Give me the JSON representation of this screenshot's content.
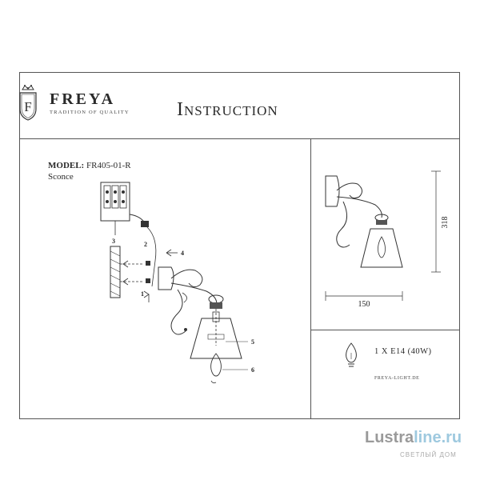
{
  "brand": {
    "name": "FREYA",
    "tagline": "TRADITION OF QUALITY",
    "monogram": "F"
  },
  "document": {
    "title": "Instruction"
  },
  "model": {
    "label": "MODEL:",
    "code": "FR405-01-R",
    "type": "Sconce"
  },
  "callouts": [
    "1",
    "2",
    "3",
    "4",
    "5",
    "6"
  ],
  "dimensions": {
    "width": "150",
    "height": "318"
  },
  "bulb": {
    "spec": "1 X E14 (40W)"
  },
  "website": "FREYA-LIGHT.DE",
  "watermark": {
    "name_part1": "Lustra",
    "name_part2": "line.ru",
    "subtitle": "СВЕТЛЫЙ ДОМ"
  },
  "colors": {
    "line": "#555555",
    "text": "#2a2a2a",
    "watermark_gray": "#9a9a9a",
    "watermark_blue": "#9ec9df"
  }
}
